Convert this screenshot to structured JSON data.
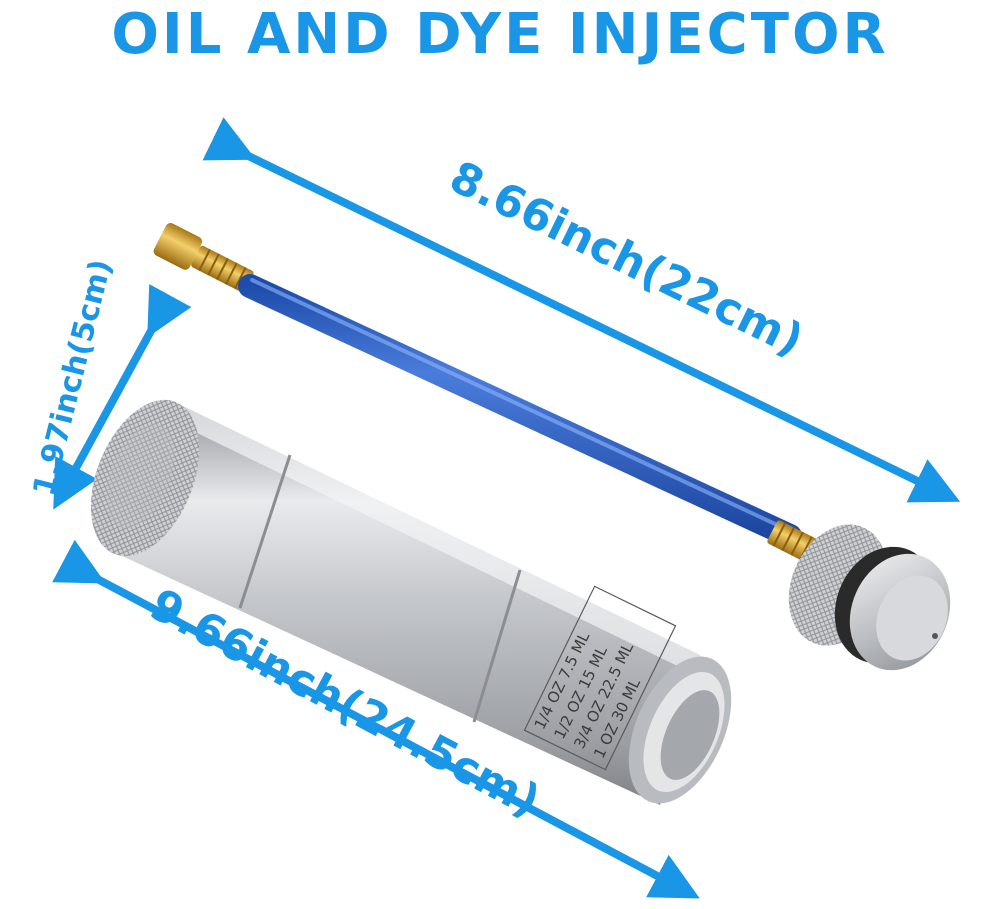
{
  "title": "OIL AND DYE INJECTOR",
  "dimensions": {
    "hose_length": "8.66inch(22cm)",
    "diameter": "1.97inch(5cm)",
    "body_length": "9.66inch(24.5cm)"
  },
  "scale_markings": [
    [
      "1/4",
      "OZ",
      "7.5",
      "ML"
    ],
    [
      "1/2",
      "OZ",
      "15",
      "ML"
    ],
    [
      "3/4",
      "OZ",
      "22.5",
      "ML"
    ],
    [
      "1",
      "OZ",
      "30",
      "ML"
    ]
  ],
  "colors": {
    "accent": "#1a96e6",
    "hose": "#2a64c8",
    "brass": "#d4a53a",
    "aluminum": "#c7c9cc"
  }
}
